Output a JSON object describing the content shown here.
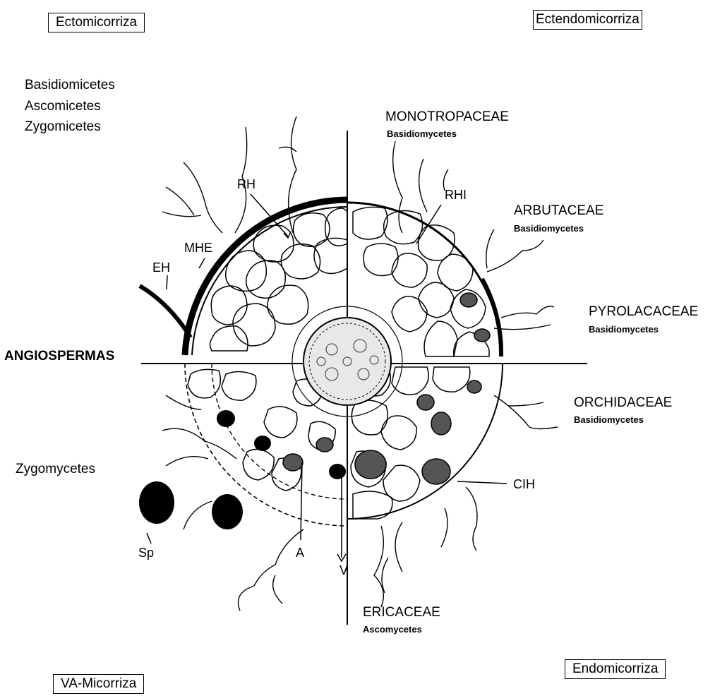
{
  "quadrant_boxes": {
    "ecto": "Ectomicorriza",
    "ectendo": "Ectendomicorriza",
    "va": "VA-Micorriza",
    "endo": "Endomicorriza"
  },
  "ecto_fungi": [
    "Basidiomicetes",
    "Ascomicetes",
    "Zygomicetes"
  ],
  "groups": {
    "monotropaceae": {
      "name": "MONOTROPACEAE",
      "fungus": "Basidiomycetes"
    },
    "arbutaceae": {
      "name": "ARBUTACEAE",
      "fungus": "Basidiomycetes"
    },
    "pyrolacaceae": {
      "name": "PYROLACACEAE",
      "fungus": "Basidiomycetes"
    },
    "orchidaceae": {
      "name": "ORCHIDACEAE",
      "fungus": "Basidiomycetes"
    },
    "ericaceae": {
      "name": "ERICACEAE",
      "fungus": "Ascomycetes"
    }
  },
  "angiospermas": "ANGIOSPERMAS",
  "va_fungus": "Zygomycetes",
  "structure_labels": {
    "rh": "RH",
    "rhi": "RHI",
    "mhe": "MHE",
    "eh": "EH",
    "cih": "CIH",
    "sp": "Sp",
    "a": "A",
    "v": "V"
  }
}
